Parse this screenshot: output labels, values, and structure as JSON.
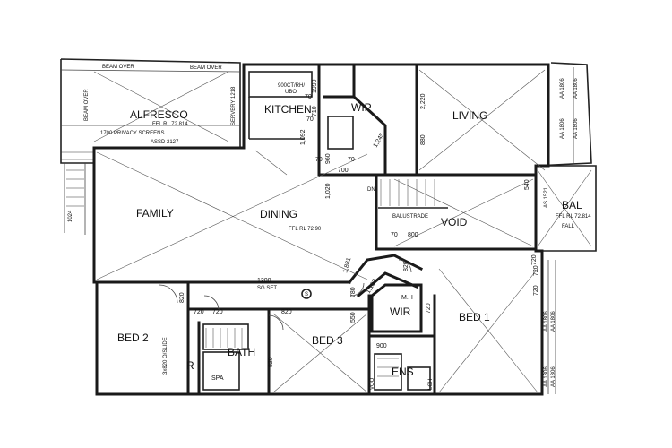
{
  "rooms": {
    "alfresco": "ALFRESCO",
    "kitchen": "KITCHEN",
    "wip": "WIP",
    "living": "LIVING",
    "family": "FAMILY",
    "dining": "DINING",
    "void": "VOID",
    "bal": "BAL",
    "bed1": "BED 1",
    "bed2": "BED 2",
    "bed3": "BED 3",
    "bath": "BATH",
    "ens": "ENS",
    "wir": "WIR",
    "mh": "M.H",
    "spa": "SPA",
    "r": "R",
    "s": "S"
  },
  "notes": {
    "beam_over_1": "BEAM OVER",
    "beam_over_2": "BEAM OVER",
    "beam_over_3": "BEAM OVER",
    "alfresco_rl": "FFL RL 72.814",
    "privacy_screens": "1700 PRIVACY SCREENS",
    "assd": "ASSD 2127",
    "servery": "SERVERY 1218",
    "appliances": "900CT/RH/",
    "ubo": "UBO",
    "dining_rl": "FFL RL 72.90",
    "bal_rl": "FFL RL 72.814",
    "fall": "FALL",
    "balustrade": "BALUSTRADE",
    "dn": "DN",
    "sg_set": "SG SET",
    "slide": "3x820 O/SLIDE",
    "as_1521": "AS 1521",
    "aa_1806_a": "AA 1806",
    "aa_1806_b": "AA 1806",
    "aa_1806_c": "AA 1806",
    "aa_1806_d": "AA 1806",
    "aa_1806_e": "AA 1806",
    "aa_1806_f": "AA 1806",
    "aa_1806_g": "AA 1806",
    "aa_1806_h": "AA 1806",
    "loh": "LOH",
    "voo": "VOO",
    "d1024": "1024"
  },
  "dims": {
    "d1990": "1990",
    "d70a": "70",
    "d710": "710",
    "d70b": "70",
    "d1092": "1,092",
    "d70c": "70",
    "d960": "960",
    "d70d": "70",
    "d700a": "700",
    "d1020": "1,020",
    "d1245": "1,245",
    "d2220": "2,220",
    "d880": "880",
    "d540": "540",
    "d70e": "70",
    "d800a": "800",
    "d1881": "1,881",
    "d1200": "1200",
    "d820a": "820",
    "d1103": "1,103",
    "d820b": "820",
    "d720a": "720",
    "d720b": "720",
    "d720c": "720",
    "d780": "780",
    "d820c": "820",
    "d550": "550",
    "d720d": "720",
    "d720e": "720",
    "d820d": "820",
    "d900": "900",
    "d720f": "720"
  }
}
